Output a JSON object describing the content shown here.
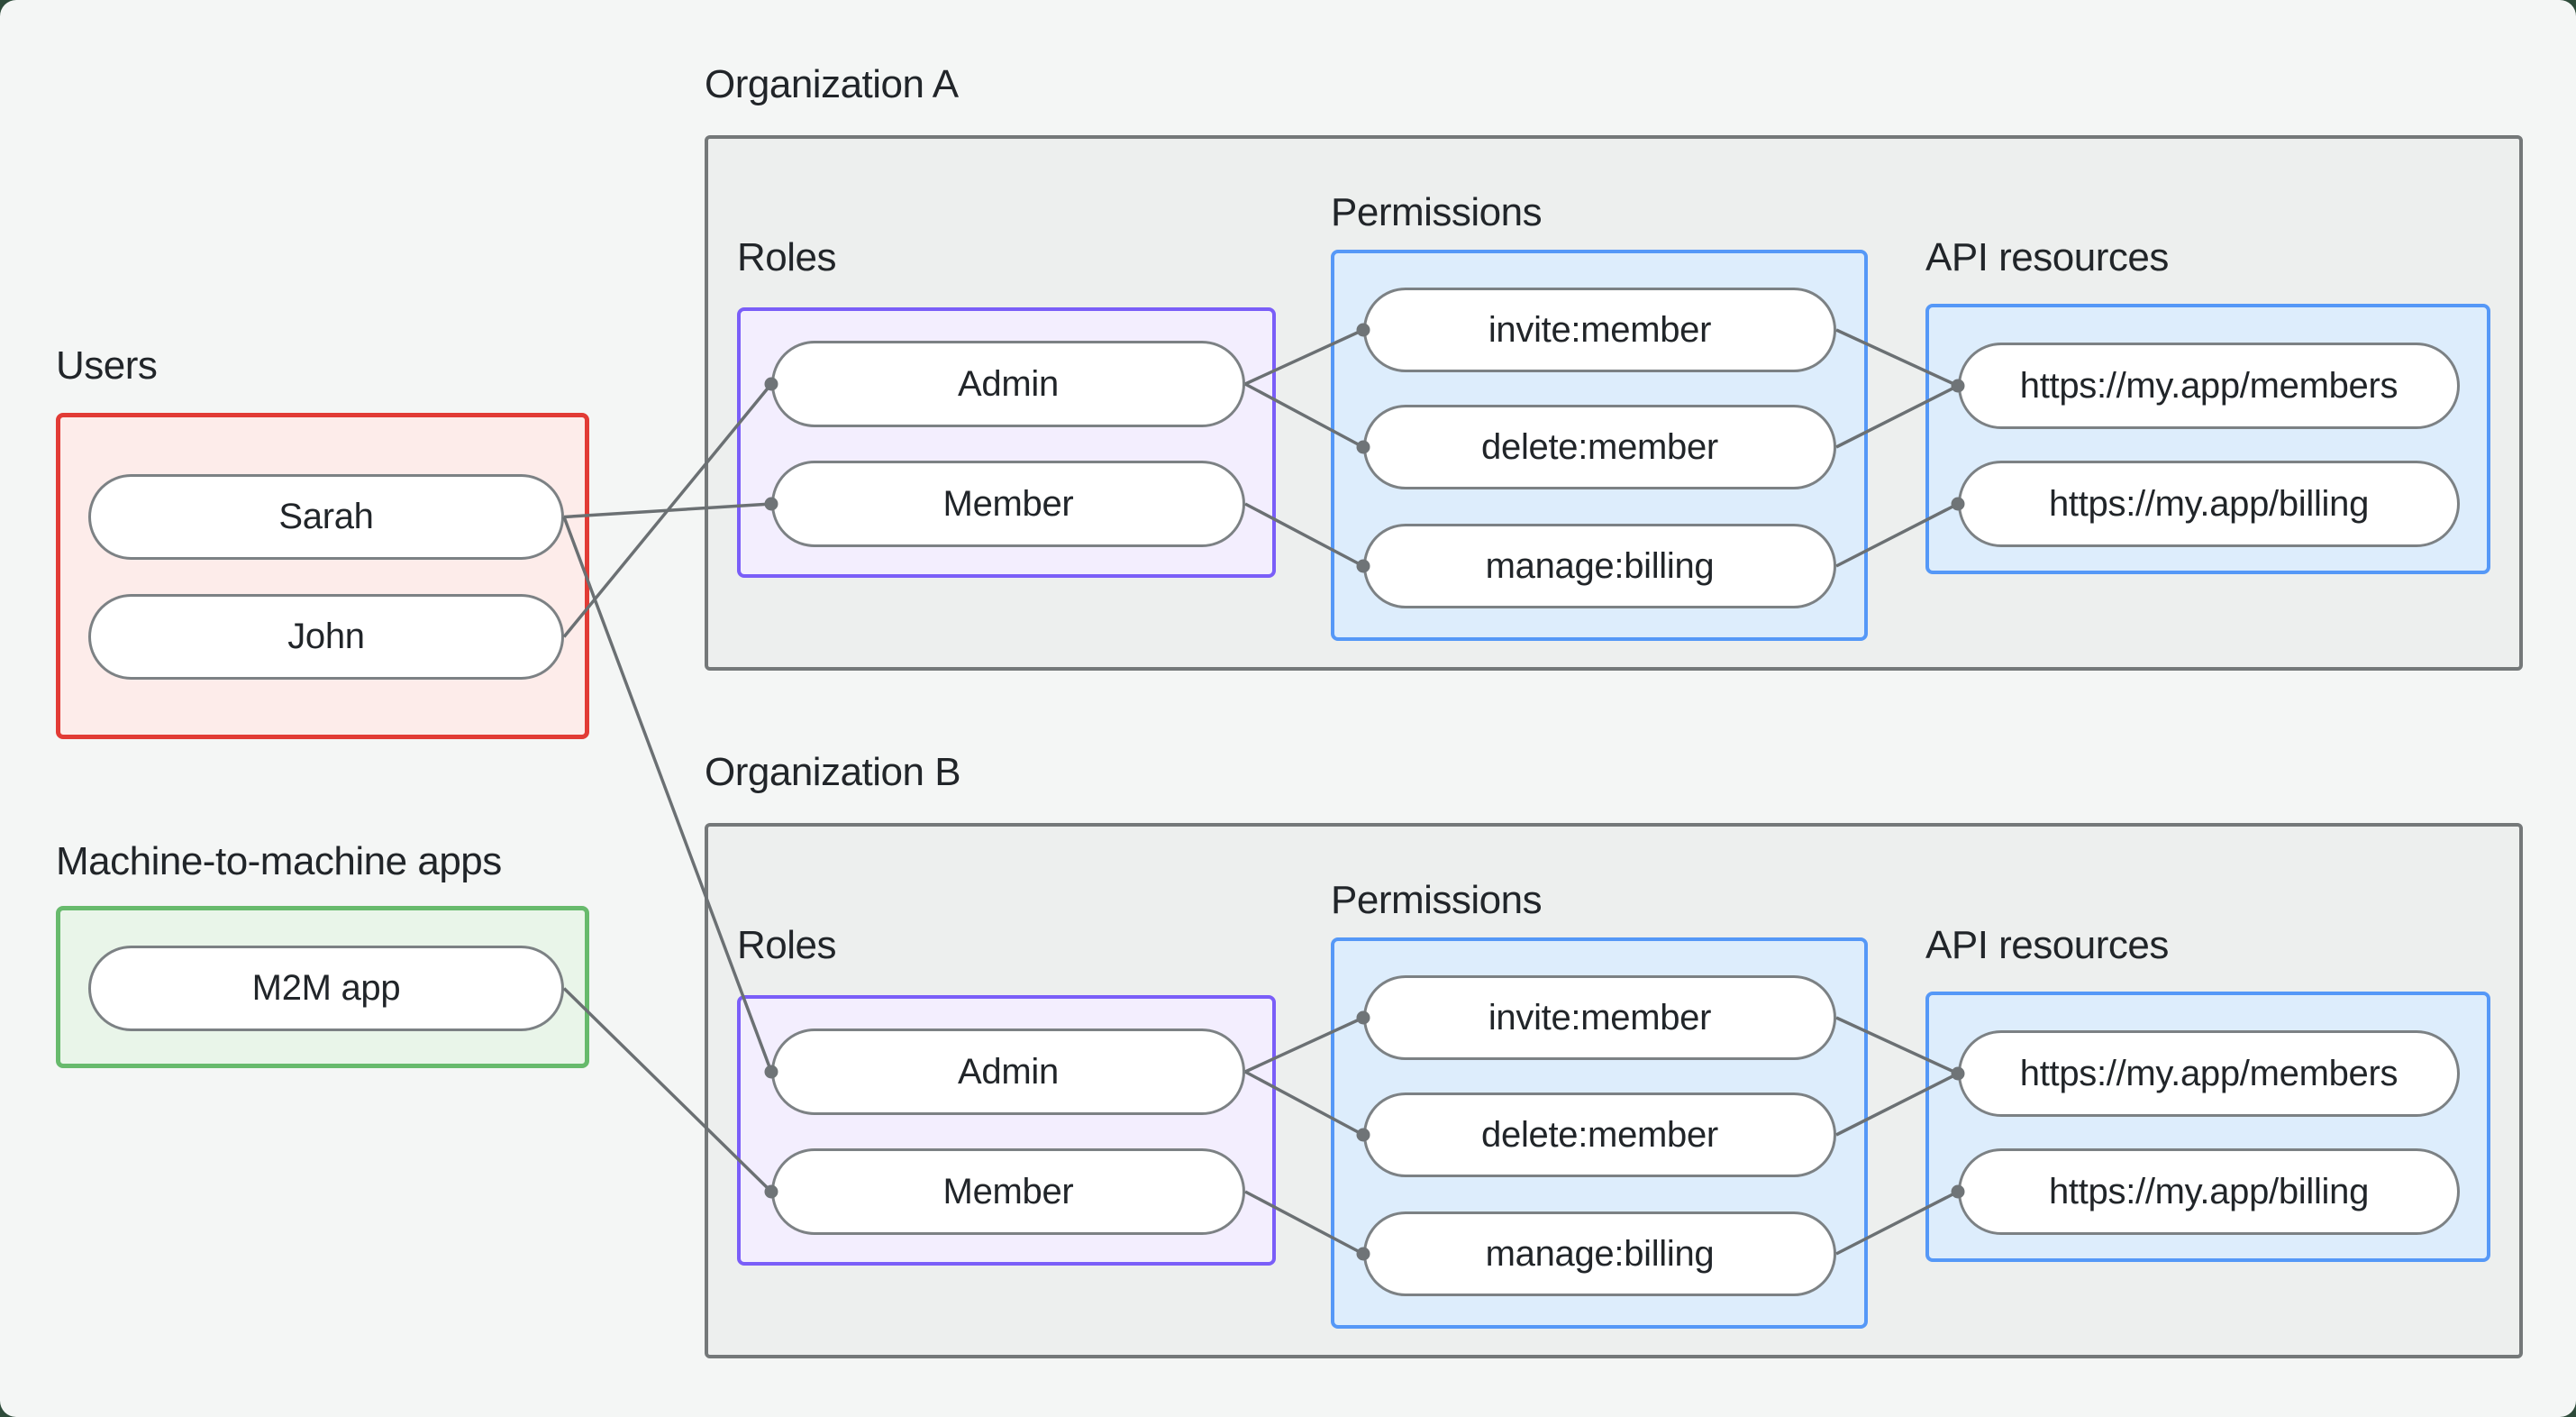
{
  "colors": {
    "bg": "#f4f6f5",
    "corner": "#2e4b3a",
    "org_fill": "#edefee",
    "org_border": "#747879",
    "red_border": "#e23b35",
    "red_fill": "#fdecea",
    "green_border": "#67ba6c",
    "green_fill": "#e9f5e9",
    "purple_border": "#7a5ef8",
    "purple_fill": "#f3eefe",
    "blue_border": "#5598f7",
    "blue_fill": "#ddedfc",
    "pill_border": "#7c8184",
    "pill_fill": "#ffffff",
    "line": "#6b7073",
    "dot": "#6f7477",
    "text": "#212529"
  },
  "users": {
    "label": "Users",
    "items": [
      {
        "id": "sarah",
        "label": "Sarah"
      },
      {
        "id": "john",
        "label": "John"
      }
    ]
  },
  "m2m": {
    "label": "Machine-to-machine apps",
    "items": [
      {
        "id": "m2m-app",
        "label": "M2M app"
      }
    ]
  },
  "orgA": {
    "label": "Organization A",
    "roles": {
      "label": "Roles",
      "items": [
        {
          "id": "adminA",
          "label": "Admin"
        },
        {
          "id": "memberA",
          "label": "Member"
        }
      ]
    },
    "permissions": {
      "label": "Permissions",
      "items": [
        {
          "id": "inviteA",
          "label": "invite:member"
        },
        {
          "id": "deleteA",
          "label": "delete:member"
        },
        {
          "id": "manageA",
          "label": "manage:billing"
        }
      ]
    },
    "api": {
      "label": "API resources",
      "items": [
        {
          "id": "membersA",
          "label": "https://my.app/members"
        },
        {
          "id": "billingA",
          "label": "https://my.app/billing"
        }
      ]
    }
  },
  "orgB": {
    "label": "Organization B",
    "roles": {
      "label": "Roles",
      "items": [
        {
          "id": "adminB",
          "label": "Admin"
        },
        {
          "id": "memberB",
          "label": "Member"
        }
      ]
    },
    "permissions": {
      "label": "Permissions",
      "items": [
        {
          "id": "inviteB",
          "label": "invite:member"
        },
        {
          "id": "deleteB",
          "label": "delete:member"
        },
        {
          "id": "manageB",
          "label": "manage:billing"
        }
      ]
    },
    "api": {
      "label": "API resources",
      "items": [
        {
          "id": "membersB",
          "label": "https://my.app/members"
        },
        {
          "id": "billingB",
          "label": "https://my.app/billing"
        }
      ]
    }
  },
  "edges": [
    {
      "from": "sarah",
      "to": "memberA"
    },
    {
      "from": "sarah",
      "to": "adminB"
    },
    {
      "from": "john",
      "to": "adminA"
    },
    {
      "from": "m2m-app",
      "to": "memberB"
    },
    {
      "from": "adminA",
      "to": "inviteA"
    },
    {
      "from": "adminA",
      "to": "deleteA"
    },
    {
      "from": "memberA",
      "to": "manageA"
    },
    {
      "from": "inviteA",
      "to": "membersA"
    },
    {
      "from": "deleteA",
      "to": "membersA"
    },
    {
      "from": "manageA",
      "to": "billingA"
    },
    {
      "from": "adminB",
      "to": "inviteB"
    },
    {
      "from": "adminB",
      "to": "deleteB"
    },
    {
      "from": "memberB",
      "to": "manageB"
    },
    {
      "from": "inviteB",
      "to": "membersB"
    },
    {
      "from": "deleteB",
      "to": "membersB"
    },
    {
      "from": "manageB",
      "to": "billingB"
    }
  ]
}
